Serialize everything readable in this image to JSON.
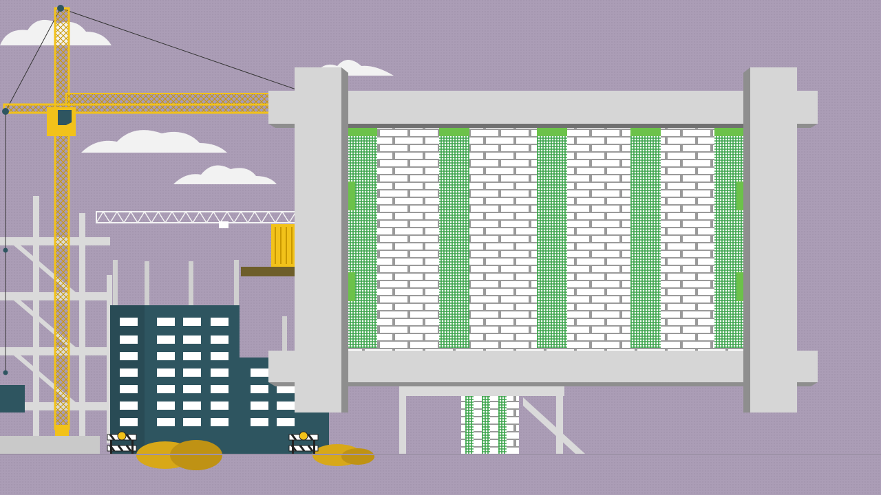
{
  "scene": {
    "subject": "reinforced-concrete-frame-with-masonry-infill",
    "colors": {
      "sky": "#ab9db6",
      "ground": "#ab9db6",
      "concrete": "#d6d6d6",
      "concrete_dark": "#8e8e8e",
      "brick_fill": "#ffffff",
      "mortar": "#9a9a9a",
      "rebar": "#3aa34a",
      "rebar_light": "#6cc24a",
      "crane": "#f2c21a",
      "crane_dark": "#c99800",
      "building": "#2e5560",
      "window": "#ffffff",
      "cloud": "#f2f2f2",
      "sand": "#d8a818"
    },
    "elements": {
      "cranes": 2,
      "infill_columns": 5,
      "barricades": 2,
      "clouds": 4
    }
  }
}
